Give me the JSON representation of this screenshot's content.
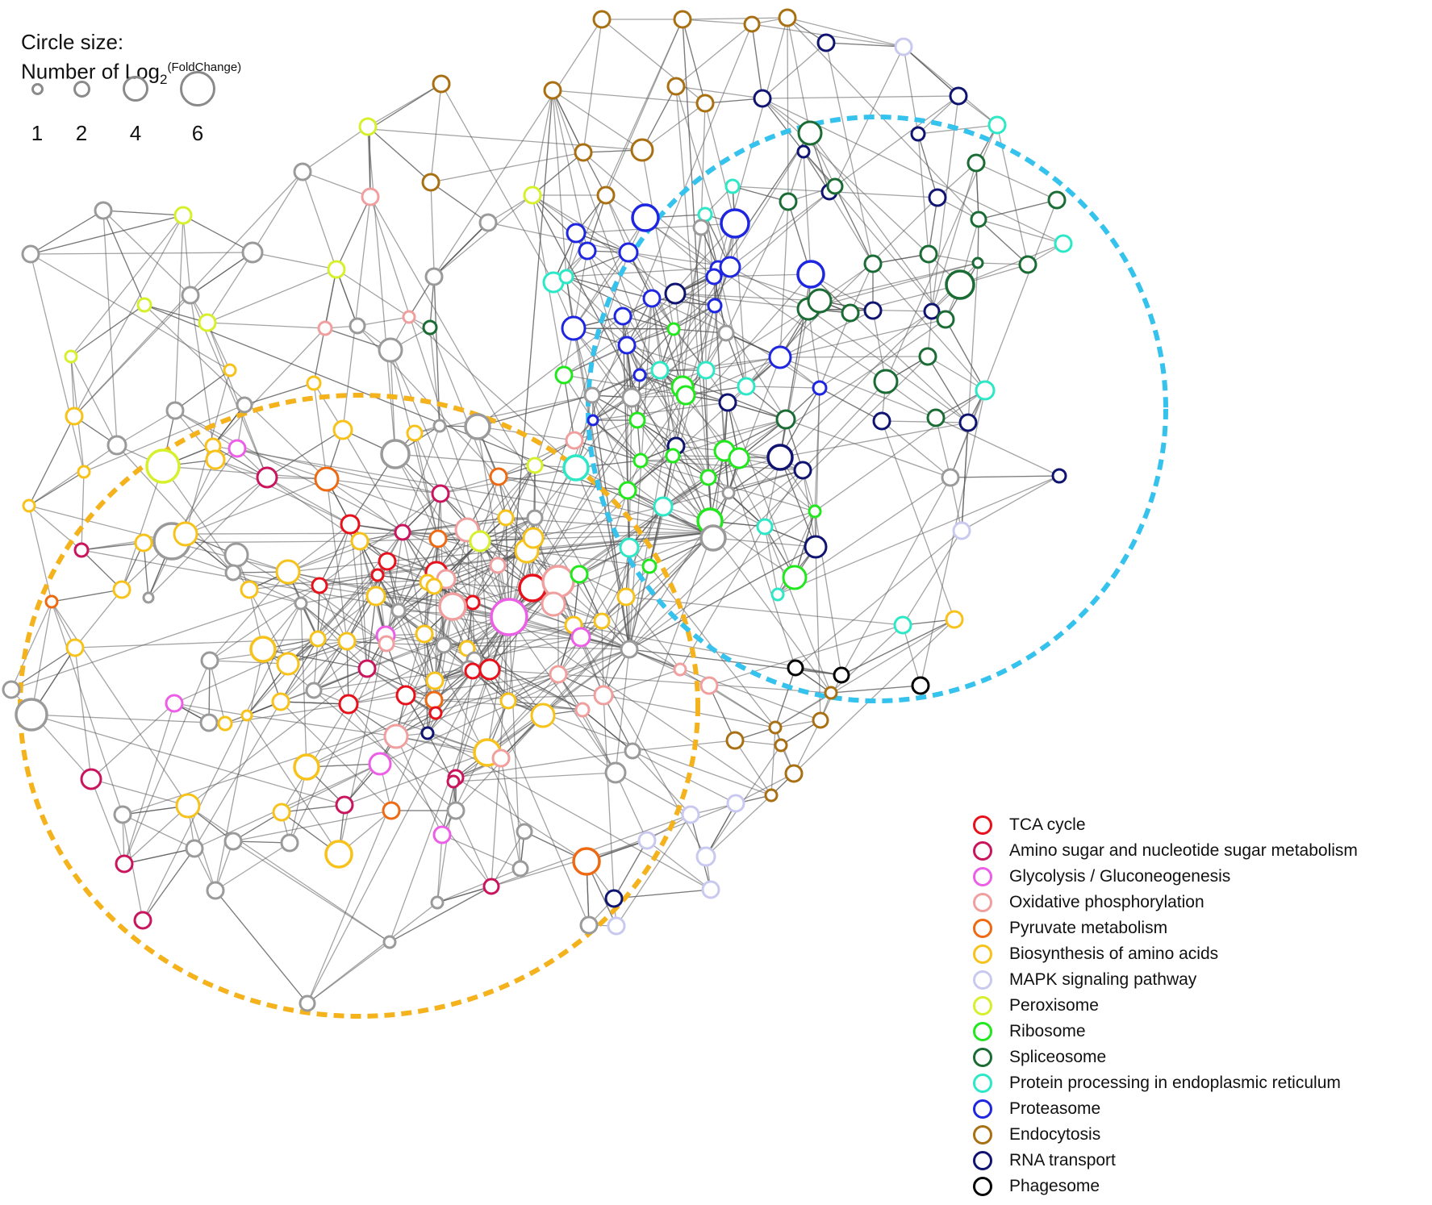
{
  "size_legend": {
    "title_line1": "Circle size:",
    "title_line2_prefix": "Number of Log",
    "title_subscript": "2",
    "title_superscript": "(FoldChange)",
    "items": [
      {
        "label": "1"
      },
      {
        "label": "2"
      },
      {
        "label": "4"
      },
      {
        "label": "6"
      }
    ]
  },
  "legend": [
    {
      "label": "TCA cycle",
      "color": "#e8101a"
    },
    {
      "label": "Amino sugar and nucleotide sugar metabolism",
      "color": "#c8155e"
    },
    {
      "label": "Glycolysis / Gluconeogenesis",
      "color": "#ec5ee6"
    },
    {
      "label": "Oxidative phosphorylation",
      "color": "#f09e9e"
    },
    {
      "label": "Pyruvate metabolism",
      "color": "#ee6a12"
    },
    {
      "label": "Biosynthesis of amino acids",
      "color": "#f7c21a"
    },
    {
      "label": "MAPK signaling pathway",
      "color": "#c9c9ef"
    },
    {
      "label": "Peroxisome",
      "color": "#d7f02c"
    },
    {
      "label": "Ribosome",
      "color": "#21e81c"
    },
    {
      "label": "Spliceosome",
      "color": "#1a6b34"
    },
    {
      "label": "Protein processing in endoplasmic reticulum",
      "color": "#2ce8c6"
    },
    {
      "label": "Proteasome",
      "color": "#1e26e0"
    },
    {
      "label": "Endocytosis",
      "color": "#a87012"
    },
    {
      "label": "RNA transport",
      "color": "#0f1470"
    },
    {
      "label": "Phagesome",
      "color": "#000000"
    }
  ],
  "colors": {
    "unannotated_node": "#9a9a9a",
    "edge": "#5a5a5a",
    "cluster_left": "#f4b21c",
    "cluster_right": "#35c2ec"
  }
}
